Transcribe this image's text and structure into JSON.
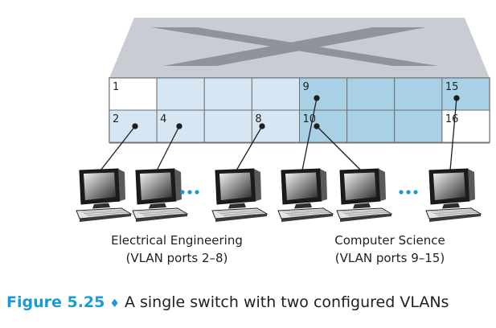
{
  "colors": {
    "top_face": "#c9cdd3",
    "x_mark": "#8f949a",
    "front_edge": "#777c82",
    "ee_port": "#d6e7f3",
    "cs_port": "#a9d1e6",
    "free_port": "#ffffff",
    "caption_accent": "#1a9ad6"
  },
  "ports": {
    "top": [
      "1",
      "",
      "",
      "",
      "9",
      "",
      "",
      "15"
    ],
    "bottom": [
      "2",
      "4",
      "",
      "8",
      "10",
      "",
      "",
      "16"
    ]
  },
  "icons": {
    "computer": "desktop-computer-icon",
    "ellipsis": "ellipsis-dots"
  },
  "labels": {
    "ee_name": "Electrical Engineering",
    "ee_ports": "(VLAN ports 2–8)",
    "cs_name": "Computer Science",
    "cs_ports": "(VLAN ports 9–15)"
  },
  "caption": {
    "figure": "Figure 5.25",
    "separator": "♦",
    "text": "A single switch with two configured VLANs"
  }
}
